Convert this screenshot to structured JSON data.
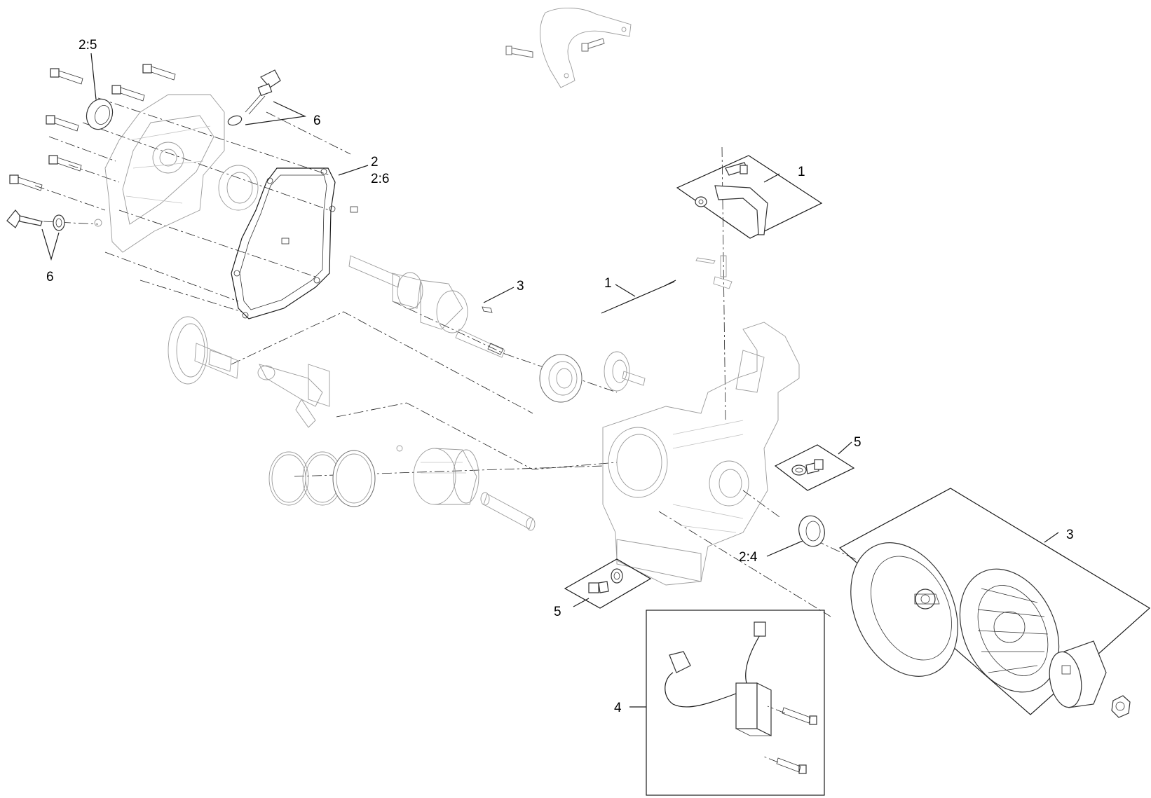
{
  "callouts": {
    "c_2_5": "2:5",
    "c_6_top": "6",
    "c_2": "2",
    "c_2_6": "2:6",
    "c_1_box": "1",
    "c_6_left": "6",
    "c_3_key": "3",
    "c_1_rod": "1",
    "c_5_right": "5",
    "c_3_box": "3",
    "c_2_4": "2:4",
    "c_5_left": "5",
    "c_4": "4"
  }
}
